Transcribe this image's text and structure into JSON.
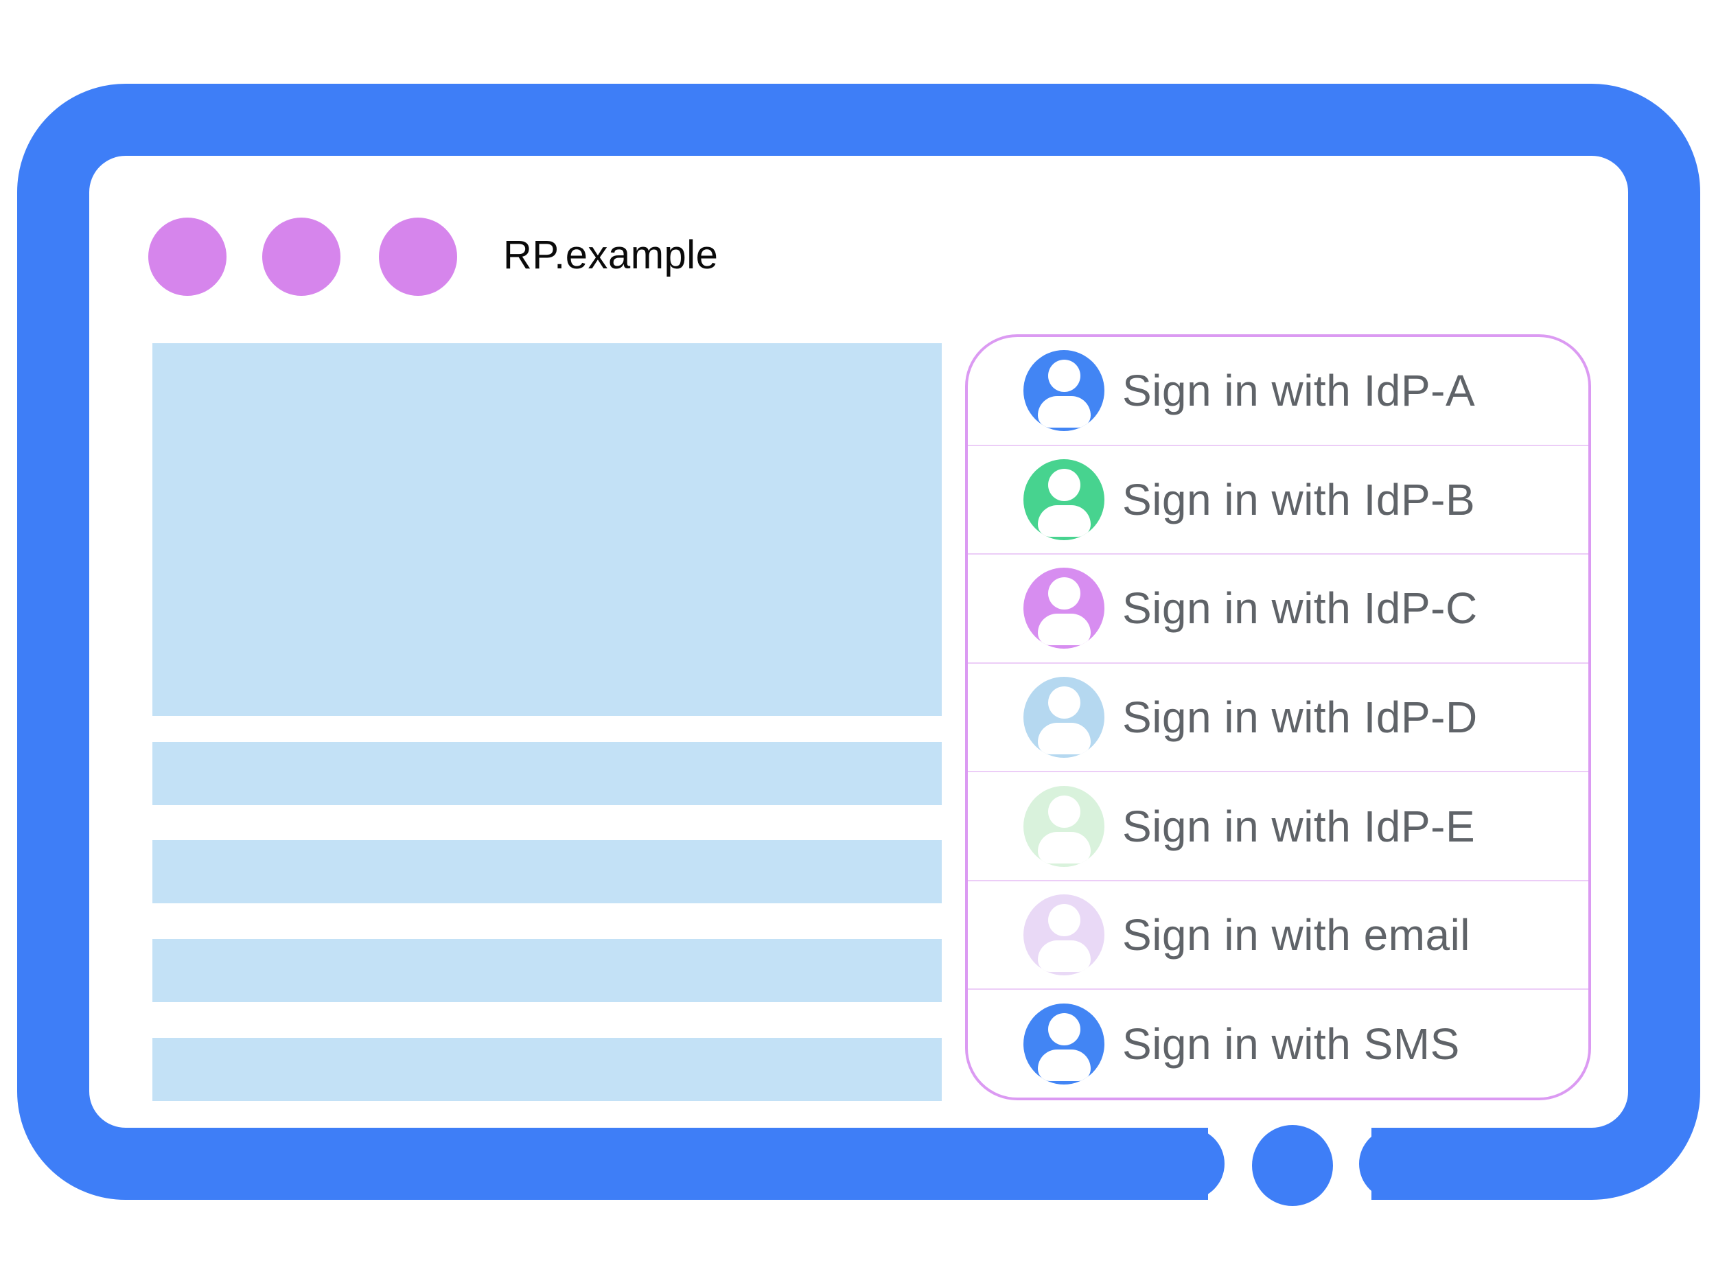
{
  "colors": {
    "frame-blue": "#3e7ef7",
    "dot-purple": "#d685ec",
    "placeholder-blue": "#c3e1f6",
    "panel-bg": "#ffffff",
    "panel-border": "#db9af2",
    "panel-divider": "#eccdf7",
    "row-text": "#5f6368",
    "title-text": "#0a0a0a",
    "avatar-icon": "#ffffff"
  },
  "window": {
    "title": "RP.example"
  },
  "signin_panel": {
    "options": [
      {
        "label": "Sign in with IdP-A",
        "avatar_color": "#4285f4"
      },
      {
        "label": "Sign in with IdP-B",
        "avatar_color": "#47d38f"
      },
      {
        "label": "Sign in with IdP-C",
        "avatar_color": "#d78df0"
      },
      {
        "label": "Sign in with IdP-D",
        "avatar_color": "#b5d8f0"
      },
      {
        "label": "Sign in with IdP-E",
        "avatar_color": "#d9f2dc"
      },
      {
        "label": "Sign in with email",
        "avatar_color": "#e9d9f6"
      },
      {
        "label": "Sign in with SMS",
        "avatar_color": "#4285f4"
      }
    ]
  }
}
